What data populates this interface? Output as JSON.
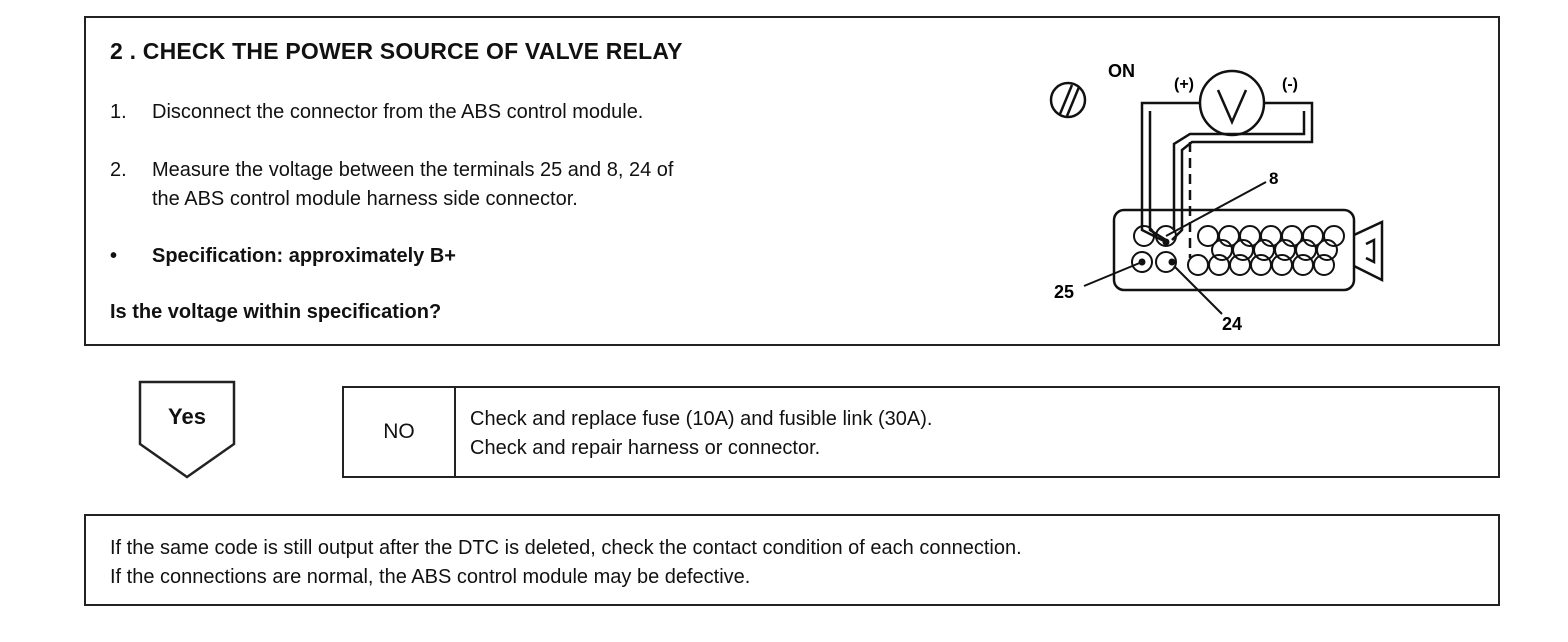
{
  "step_title": "2 . CHECK THE POWER SOURCE OF VALVE RELAY",
  "steps": [
    {
      "num": "1.",
      "text": "Disconnect the connector from the ABS control module."
    },
    {
      "num": "2.",
      "text": "Measure the voltage between the terminals 25 and 8, 24 of\nthe ABS control module harness side connector."
    },
    {
      "num": "•",
      "text": "Specification: approximately B+"
    }
  ],
  "question": "Is the voltage within specification?",
  "diagram": {
    "ignition_label": "ON",
    "plus_label": "(+)",
    "minus_label": "(-)",
    "meter_symbol": "V",
    "terminal_8": "8",
    "terminal_25": "25",
    "terminal_24": "24"
  },
  "yes_label": "Yes",
  "no_branch": {
    "label": "NO",
    "lines": [
      "Check and replace fuse (10A) and fusible link (30A).",
      "Check and repair harness or connector."
    ]
  },
  "note_lines": [
    "If the same code is still output after the DTC is deleted, check the contact condition of each connection.",
    "If the connections are normal, the ABS control module may be defective."
  ]
}
